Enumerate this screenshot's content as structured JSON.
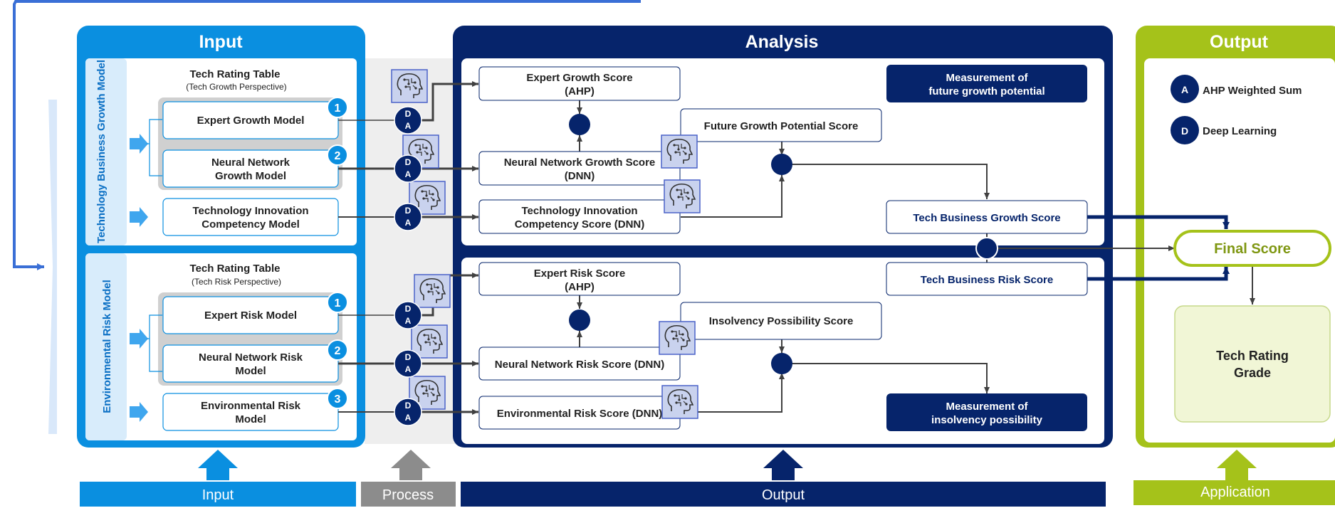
{
  "panels": {
    "input_title": "Input",
    "analysis_title": "Analysis",
    "output_title": "Output"
  },
  "side_labels": {
    "growth": "Technology Business Growth Model",
    "risk": "Environmental Risk Model"
  },
  "growth_table": {
    "title": "Tech Rating Table",
    "subtitle": "(Tech Growth Perspective)",
    "models": [
      {
        "number": "1",
        "line1": "Expert Growth Model",
        "line2": ""
      },
      {
        "number": "2",
        "line1": "Neural Network",
        "line2": "Growth Model"
      },
      {
        "number": "",
        "line1": "Technology Innovation",
        "line2": "Competency Model"
      }
    ]
  },
  "risk_table": {
    "title": "Tech Rating Table",
    "subtitle": "(Tech Risk Perspective)",
    "models": [
      {
        "number": "1",
        "line1": "Expert Risk Model",
        "line2": ""
      },
      {
        "number": "2",
        "line1": "Neural Network Risk",
        "line2": "Model"
      },
      {
        "number": "3",
        "line1": "Environmental Risk",
        "line2": "Model"
      }
    ]
  },
  "method_badges": {
    "deep": "D",
    "ahp": "A"
  },
  "growth_analysis": {
    "expert_score": {
      "line1": "Expert Growth Score",
      "line2": "(AHP)"
    },
    "nn_score": {
      "line1": "Neural Network Growth Score",
      "line2": "(DNN)"
    },
    "tech_score": {
      "line1": "Technology Innovation",
      "line2": "Competency Score (DNN)"
    },
    "future_score": "Future Growth Potential Score",
    "measurement": {
      "line1": "Measurement of",
      "line2": "future growth potential"
    },
    "business_score": "Tech Business Growth Score"
  },
  "risk_analysis": {
    "expert_score": {
      "line1": "Expert Risk Score",
      "line2": "(AHP)"
    },
    "nn_score": "Neural Network Risk Score (DNN)",
    "env_score": "Environmental Risk Score (DNN)",
    "insolvency_score": "Insolvency Possibility Score",
    "measurement": {
      "line1": "Measurement of",
      "line2": "insolvency possibility"
    },
    "business_score": "Tech Business Risk Score"
  },
  "legend": [
    {
      "badge": "A",
      "label": "AHP Weighted Sum"
    },
    {
      "badge": "D",
      "label": "Deep Learning"
    }
  ],
  "final_score": "Final Score",
  "grade": {
    "line1": "Tech Rating",
    "line2": "Grade"
  },
  "bottom_bars": {
    "input": "Input",
    "process": "Process",
    "output": "Output",
    "application": "Application"
  },
  "colors": {
    "input_blue": "#0a8fe0",
    "analysis_navy": "#06246b",
    "output_green": "#a5c21a",
    "process_gray": "#8c8c8c",
    "grade_fill": "#f1f6d6"
  }
}
